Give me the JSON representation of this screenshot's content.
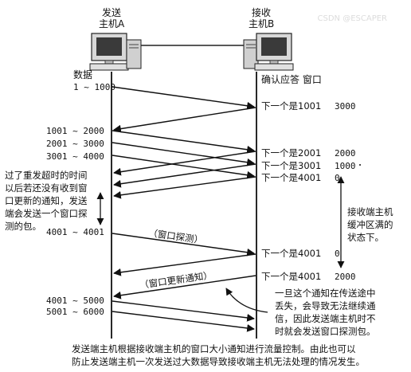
{
  "hosts": {
    "sender": {
      "label_line1": "发送",
      "label_line2": "主机A"
    },
    "receiver": {
      "label_line1": "接收",
      "label_line2": "主机B"
    }
  },
  "headers": {
    "data": "数据",
    "ack_window": "确认应答 窗口"
  },
  "data_labels": {
    "first": "1 ~ 1000",
    "d1001": "1001 ~ 2000",
    "d2001": "2001 ~ 3000",
    "d3001": "3001 ~ 4000",
    "probe": "4001 ~ 4001",
    "d4001": "4001 ~ 5000",
    "d5001": "5001 ~ 6000"
  },
  "acks": [
    {
      "text": "下一个是1001",
      "window": "3000"
    },
    {
      "text": "下一个是2001",
      "window": "2000"
    },
    {
      "text": "下一个是3001",
      "window": "1000"
    },
    {
      "text": "下一个是4001",
      "window": "0"
    },
    {
      "text": "下一个是4001",
      "window": "0"
    },
    {
      "text": "下一个是4001",
      "window": "2000"
    }
  ],
  "arrow_labels": {
    "probe": "（窗口探测）",
    "update": "（窗口更新通知）"
  },
  "notes": {
    "timeout": [
      "过了重发超时的时间",
      "以后若还没有收到窗",
      "口更新的通知，发送",
      "端会发送一个窗口探",
      "测的包。"
    ],
    "full": [
      "接收端主机",
      "缓冲区满的",
      "状态下。"
    ],
    "lost": [
      "一旦这个通知在传送途中",
      "丢失，会导致无法继续通",
      "信，因此发送端主机时不",
      "时就会发送窗口探测包。"
    ]
  },
  "caption": [
    "发送端主机根据接收端主机的窗口大小通知进行流量控制。由此也可以",
    "防止发送端主机一次发送过大数据导致接收端主机无法处理的情况发生。"
  ],
  "watermark": "CSDN @ESCAPER"
}
